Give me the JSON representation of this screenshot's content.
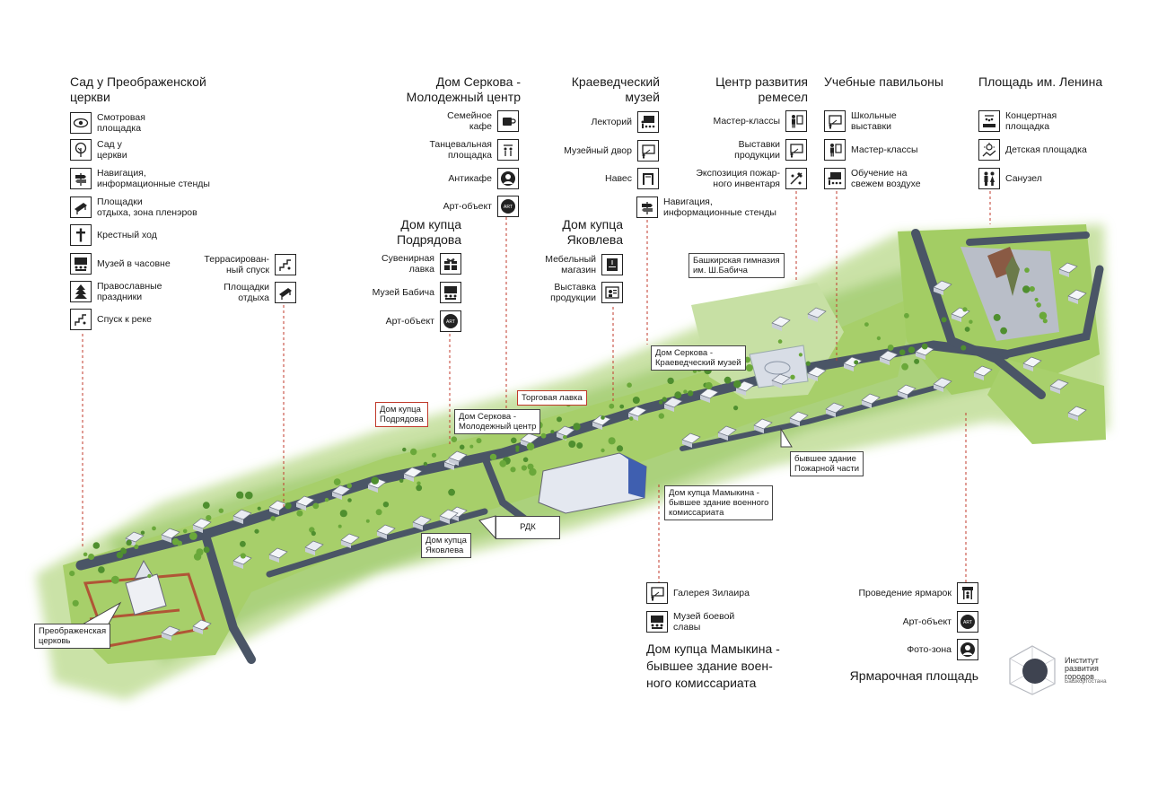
{
  "groups": {
    "sad": {
      "title": "Сад у Преображенской\nцеркви",
      "items": [
        {
          "label": "Смотровая\nплощадка",
          "icon": "eye-icon"
        },
        {
          "label": "Сад у\nцеркви",
          "icon": "tree-icon"
        },
        {
          "label": "Навигация,\nинформационные стенды",
          "icon": "signpost-icon"
        },
        {
          "label": "Площадки\nотдыха, зона пленэров",
          "icon": "bench-icon"
        },
        {
          "label": "Крестный ход",
          "icon": "cross-icon"
        },
        {
          "label": "Музей в часовне",
          "icon": "museum-icon"
        },
        {
          "label": "Православные\nпраздники",
          "icon": "fir-tree-icon"
        },
        {
          "label": "Спуск к реке",
          "icon": "stairs-icon"
        }
      ],
      "extra": [
        {
          "label": "Террасирован-\nный спуск",
          "icon": "stairs-icon"
        },
        {
          "label": "Площадки\nотдыха",
          "icon": "bench-icon"
        }
      ]
    },
    "serkov_youth": {
      "title": "Дом Серкова -\nМолодежный центр",
      "items": [
        {
          "label": "Семейное\nкафе",
          "icon": "cup-icon"
        },
        {
          "label": "Танцевальная\nплощадка",
          "icon": "dance-icon"
        },
        {
          "label": "Антикафе",
          "icon": "person-icon"
        },
        {
          "label": "Арт-объект",
          "icon": "art-icon"
        }
      ]
    },
    "podryadov": {
      "title": "Дом купца\nПодрядова",
      "items": [
        {
          "label": "Сувенирная\nлавка",
          "icon": "gift-icon"
        },
        {
          "label": "Музей Бабича",
          "icon": "museum-icon"
        },
        {
          "label": "Арт-объект",
          "icon": "art-icon"
        }
      ]
    },
    "museum": {
      "title": "Краеведческий\nмузей",
      "items": [
        {
          "label": "Лекторий",
          "icon": "lecture-icon"
        },
        {
          "label": "Музейный двор",
          "icon": "board-icon"
        },
        {
          "label": "Навес",
          "icon": "canopy-icon"
        },
        {
          "label": "Навигация,\nинформационные стенды",
          "icon": "signpost-icon"
        }
      ]
    },
    "yakovlev": {
      "title": "Дом купца\nЯковлева",
      "items": [
        {
          "label": "Мебельный\nмагазин",
          "icon": "furniture-icon"
        },
        {
          "label": "Выставка\nпродукции",
          "icon": "exhibit-icon"
        }
      ]
    },
    "crafts": {
      "title": "Центр развития\nремесел",
      "items": [
        {
          "label": "Мастер-классы",
          "icon": "teacher-icon"
        },
        {
          "label": "Выставки\nпродукции",
          "icon": "board-icon"
        },
        {
          "label": "Экспозиция пожар-\nного инвентаря",
          "icon": "fire-icon"
        }
      ]
    },
    "pavilions": {
      "title": "Учебные павильоны",
      "items": [
        {
          "label": "Школьные\nвыставки",
          "icon": "board-icon"
        },
        {
          "label": "Мастер-классы",
          "icon": "teacher-icon"
        },
        {
          "label": "Обучение на\nсвежем воздухе",
          "icon": "lecture-icon"
        }
      ]
    },
    "lenin": {
      "title": "Площадь им. Ленина",
      "items": [
        {
          "label": "Концертная\nплощадка",
          "icon": "stage-icon"
        },
        {
          "label": "Детская площадка",
          "icon": "playground-icon"
        },
        {
          "label": "Санузел",
          "icon": "wc-icon"
        }
      ]
    },
    "mamykin": {
      "title": "Дом купца Мамыкина -\nбывшее здание воен-\nного комиссариата",
      "items": [
        {
          "label": "Галерея Зилаира",
          "icon": "board-icon"
        },
        {
          "label": "Музей боевой\nславы",
          "icon": "museum-icon"
        }
      ]
    },
    "fair": {
      "title": "Ярмарочная площадь",
      "items": [
        {
          "label": "Проведение ярмарок",
          "icon": "market-icon"
        },
        {
          "label": "Арт-объект",
          "icon": "art-icon"
        },
        {
          "label": "Фото-зона",
          "icon": "person-icon"
        }
      ]
    }
  },
  "map_labels": {
    "church": "Преображенская\nцерковь",
    "podryadov": "Дом купца\nПодрядова",
    "serkov_youth": "Дом Серкова -\nМолодежный центр",
    "shop": "Торговая лавка",
    "serkov_museum": "Дом Серкова -\nКраеведческий музей",
    "gymnasium": "Башкирская гимназия\nим. Ш.Бабича",
    "fire_station": "бывшее здание\nПожарной части",
    "mamykin": "Дом купца Мамыкина -\nбывшее здание военного\nкомиссариата",
    "yakovlev": "Дом купца\nЯковлева",
    "rdk": "РДК"
  },
  "logo": {
    "text": "Институт\nразвития\nгородов",
    "sub": "Башкортостана"
  },
  "colors": {
    "grass": "#9cc85a",
    "road": "#4a5566",
    "line": "#c0392b"
  }
}
